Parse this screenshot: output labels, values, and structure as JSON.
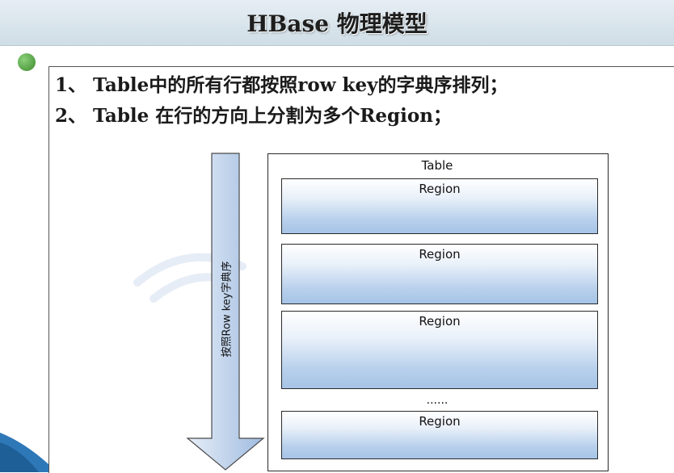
{
  "title": "HBase 物理模型",
  "points": [
    "1、 Table中的所有行都按照row key的字典序排列；",
    "2、 Table 在行的方向上分割为多个Region；"
  ],
  "diagram": {
    "table_label": "Table",
    "regions": [
      "Region",
      "Region",
      "Region",
      "Region"
    ],
    "ellipsis": "......",
    "arrow_label": "按照Row key字典序"
  },
  "colors": {
    "title_bar": "#d8e4ec",
    "bullet": "#5aa845",
    "region_fill": "#b8d0ec",
    "arrow_fill": "#b9cde7"
  }
}
